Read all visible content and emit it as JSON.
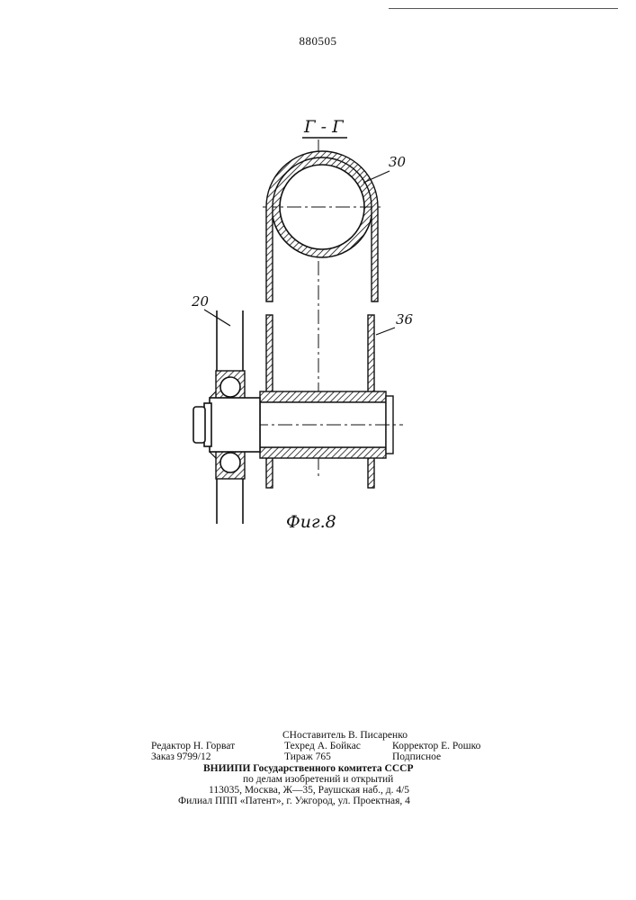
{
  "page_number": "880505",
  "section_label": "Г - Г",
  "figure_caption": "Фиг.8",
  "callouts": {
    "c30": "30",
    "c20": "20",
    "c36": "36"
  },
  "imprint": {
    "composer": "СНоставитель В. Писаренко",
    "editor": "Редактор Н. Горват",
    "techred": "Техред А. Бойкас",
    "corrector": "Корректор Е. Рошко",
    "order": "Заказ 9799/12",
    "circulation": "Тираж 765",
    "subscription": "Подписное",
    "org_line1": "ВНИИПИ Государственного комитета СССР",
    "org_line2": "по делам изобретений и открытий",
    "address": "113035, Москва, Ж—35, Раушская наб., д. 4/5",
    "branch": "Филиал ППП «Патент», г. Ужгород, ул. Проектная, 4"
  }
}
